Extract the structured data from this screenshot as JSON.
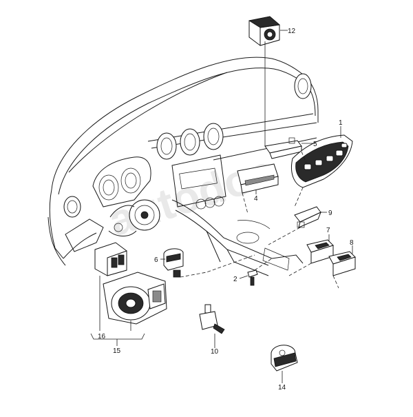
{
  "diagram": {
    "callouts": [
      "1",
      "2",
      "4",
      "5",
      "6",
      "7",
      "8",
      "9",
      "10",
      "12",
      "14",
      "15",
      "16"
    ]
  },
  "watermark": "autodoc"
}
